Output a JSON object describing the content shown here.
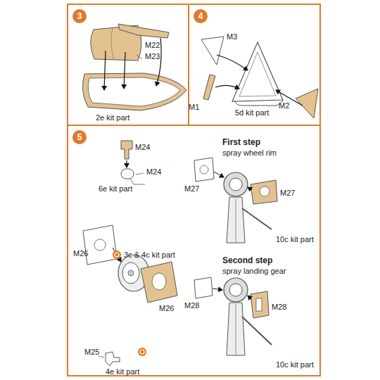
{
  "diagram": {
    "nodes": [
      {
        "text": [
          "3"
        ]
      },
      {
        "text": [
          "4"
        ]
      },
      {
        "text": [
          "5"
        ]
      }
    ],
    "labels": [
      "M22",
      "M23",
      "2e kit part",
      "M3",
      "M1",
      "5d kit part",
      "M2",
      "M24",
      "M24",
      "6e kit part",
      "First step",
      "spray wheel rim",
      "M27",
      "M27",
      "10c kit part",
      "M26",
      "3c & 4c kit part",
      "M26",
      "Second step",
      "spray landing gear",
      "M28",
      "M28",
      "M25",
      "4e kit part",
      "10c kit part"
    ]
  }
}
